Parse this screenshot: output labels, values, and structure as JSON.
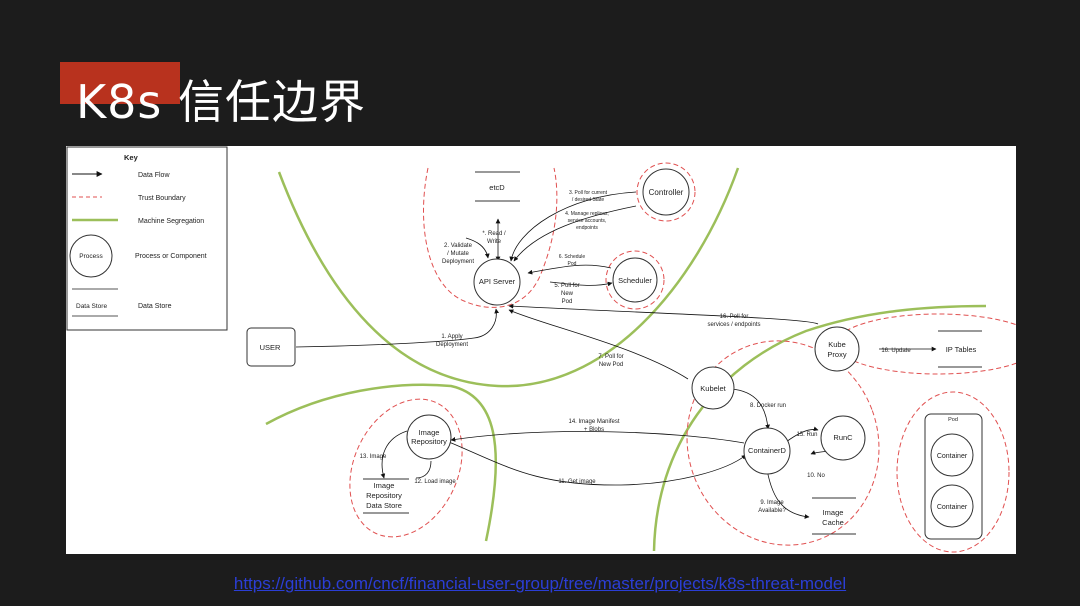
{
  "title": "K8s 信任边界",
  "colors": {
    "background": "#1c1c1c",
    "title_accent": "#b8321e",
    "trust_boundary": "#e05050",
    "machine_segregation": "#9cbf5a",
    "link": "#2b3ed6"
  },
  "key": {
    "heading": "Key",
    "data_flow": "Data Flow",
    "trust_boundary": "Trust Boundary",
    "machine_segregation": "Machine Segregation",
    "process_symbol": "Process",
    "process": "Process or Component",
    "data_store_symbol": "Data Store",
    "data_store": "Data Store"
  },
  "nodes": {
    "etcd": "etcD",
    "controller": "Controller",
    "api_server": "API Server",
    "scheduler": "Scheduler",
    "user": "USER",
    "kube_proxy": [
      "Kube",
      "Proxy"
    ],
    "ip_tables": "IP Tables",
    "kubelet": "Kubelet",
    "containerd": "ContainerD",
    "runc": "RunC",
    "image_cache": [
      "Image",
      "Cache"
    ],
    "image_repository": [
      "Image",
      "Repository"
    ],
    "image_repository_store": [
      "Image",
      "Repository",
      "Data Store"
    ],
    "pod": "Pod",
    "container_1": "Container",
    "container_2": "Container"
  },
  "flows": {
    "read_write": [
      "*. Read /",
      "Write"
    ],
    "validate": [
      "2. Validate",
      "/ Mutate",
      "Deployment"
    ],
    "poll_current": [
      "3. Poll for current",
      "/ desired State"
    ],
    "manage_replicas": [
      "4. Manage replicas,",
      "service accounts,",
      "endpoints"
    ],
    "schedule_pod": [
      "6. Schedule",
      "Pod"
    ],
    "poll_new_pod_scheduler": [
      "5. Poll for",
      "New",
      "Pod"
    ],
    "poll_services": [
      "16. Poll for",
      "services / endpoints"
    ],
    "update": "16. Update",
    "apply_deployment": [
      "1. Apply",
      "Deployment"
    ],
    "poll_new_pod_kubelet": [
      "7. Poll for",
      "New Pod"
    ],
    "docker_run": "8. Docker run",
    "run": "15. Run",
    "no": "10. No",
    "image_available": [
      "9. Image",
      "Available?"
    ],
    "image_manifest": [
      "14. Image Manifest",
      "+ Blobs"
    ],
    "get_image": "11. Get image",
    "image": "13. Image",
    "load_image": "12. Load image"
  },
  "link": "https://github.com/cncf/financial-user-group/tree/master/projects/k8s-threat-model"
}
